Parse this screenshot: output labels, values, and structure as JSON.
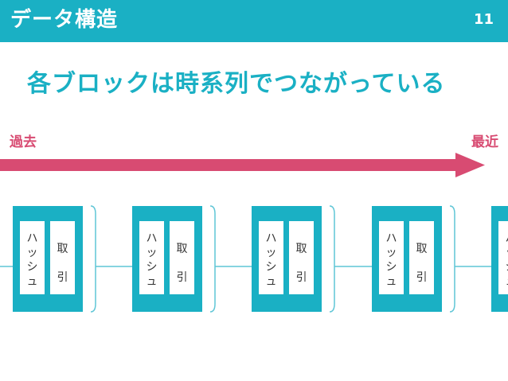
{
  "header": {
    "title": "データ構造",
    "page_number": "11"
  },
  "heading": "各ブロックは時系列でつながっている",
  "timeline": {
    "past_label": "過去",
    "recent_label": "最近"
  },
  "blocks": [
    {
      "hash_label": [
        "ハ",
        "ッ",
        "シ",
        "ュ"
      ],
      "tx_label": [
        "取",
        "引"
      ]
    },
    {
      "hash_label": [
        "ハ",
        "ッ",
        "シ",
        "ュ"
      ],
      "tx_label": [
        "取",
        "引"
      ]
    },
    {
      "hash_label": [
        "ハ",
        "ッ",
        "シ",
        "ュ"
      ],
      "tx_label": [
        "取",
        "引"
      ]
    },
    {
      "hash_label": [
        "ハ",
        "ッ",
        "シ",
        "ュ"
      ],
      "tx_label": [
        "取",
        "引"
      ]
    },
    {
      "hash_label": [
        "ハ",
        "ッ",
        "シ",
        "ュ"
      ],
      "tx_label": []
    }
  ],
  "colors": {
    "accent": "#1ab0c4",
    "arrow": "#d84b72",
    "connector": "#5fc6d6"
  }
}
